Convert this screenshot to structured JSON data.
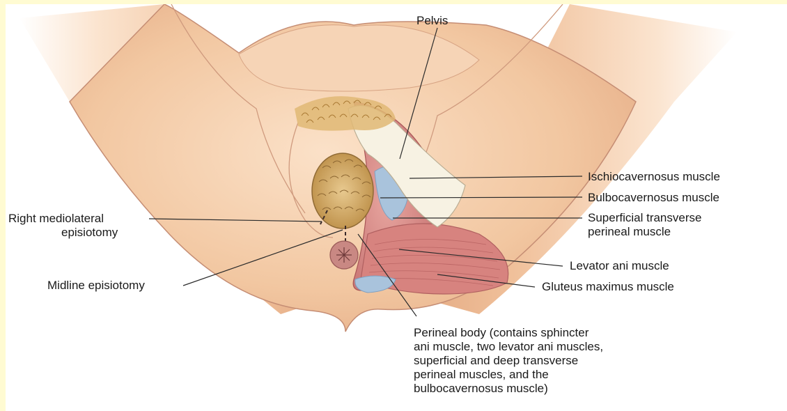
{
  "labels": {
    "pelvis": "Pelvis",
    "ischiocavernosus": "Ischiocavernosus muscle",
    "bulbocavernosus": "Bulbocavernosus muscle",
    "superficial_transverse": [
      "Superficial transverse",
      "perineal muscle"
    ],
    "levator_ani": "Levator ani muscle",
    "gluteus_maximus": "Gluteus maximus muscle",
    "right_mediolateral": [
      "Right mediolateral",
      "episiotomy"
    ],
    "midline_episiotomy": "Midline episiotomy",
    "perineal_body": [
      "Perineal body (contains sphincter",
      "ani muscle, two levator ani muscles,",
      "superficial and deep transverse",
      "perineal muscles, and the",
      "bulbocavernosus muscle)"
    ]
  },
  "colors": {
    "page_border": "#fffbd2",
    "background": "#ffffff",
    "skin": "#f2c7a1",
    "skin_shadow": "#d9a07a",
    "skin_outline": "#c58d74",
    "muscle": "#d98a86",
    "muscle_dark": "#b86162",
    "fascia_blue": "#a9c3dc",
    "bone": "#f7f2e3",
    "hair": "#c9974a",
    "leader_line": "#2b2b2b"
  }
}
